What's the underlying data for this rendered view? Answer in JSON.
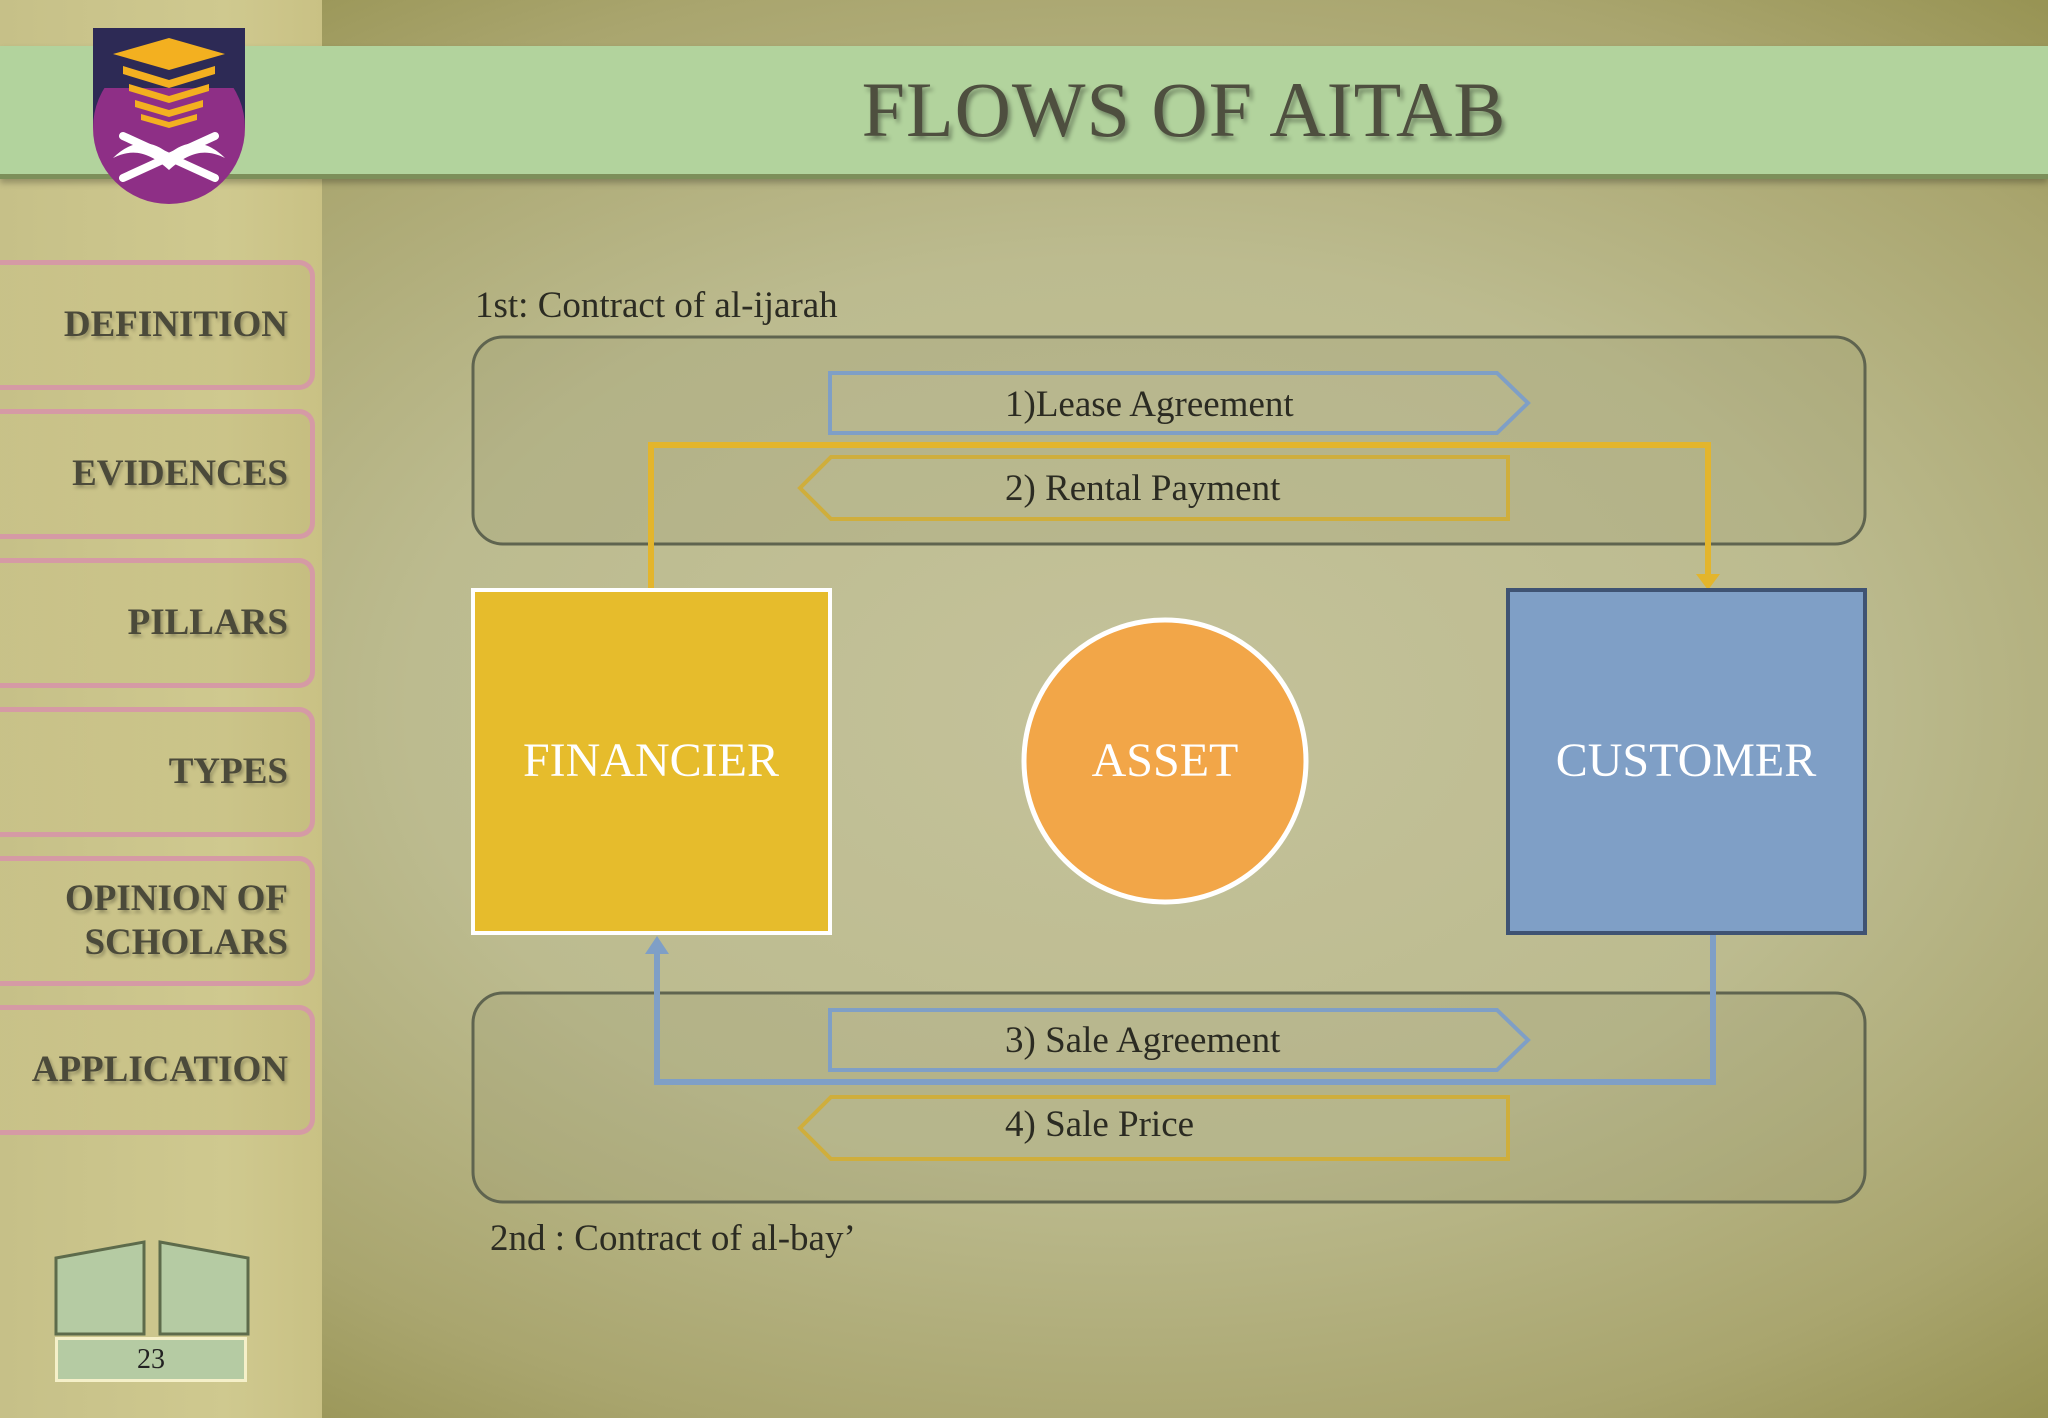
{
  "title": "FLOWS OF AITAB",
  "nav": {
    "items": [
      {
        "label": "DEFINITION"
      },
      {
        "label": "EVIDENCES"
      },
      {
        "label": "PILLARS"
      },
      {
        "label": "TYPES"
      },
      {
        "label": "OPINION OF\nSCHOLARS"
      },
      {
        "label": "APPLICATION"
      }
    ]
  },
  "diagram": {
    "contract1_label": "1st: Contract of al-ijarah",
    "contract2_label": "2nd : Contract of al-bay’",
    "flow1": "1)Lease Agreement",
    "flow2": "2) Rental Payment",
    "flow3": "3) Sale Agreement",
    "flow4": "4) Sale Price",
    "financier": "FINANCIER",
    "asset": "ASSET",
    "customer": "CUSTOMER"
  },
  "colors": {
    "financier": "#e6bc2c",
    "asset": "#f2a648",
    "customer": "#7f9fc6",
    "blue_arrow": "#7f9fc6",
    "gold_arrow": "#e3b52c",
    "nav_border": "#d59aa5",
    "title_band": "#b2d39d"
  },
  "page_number": "23"
}
